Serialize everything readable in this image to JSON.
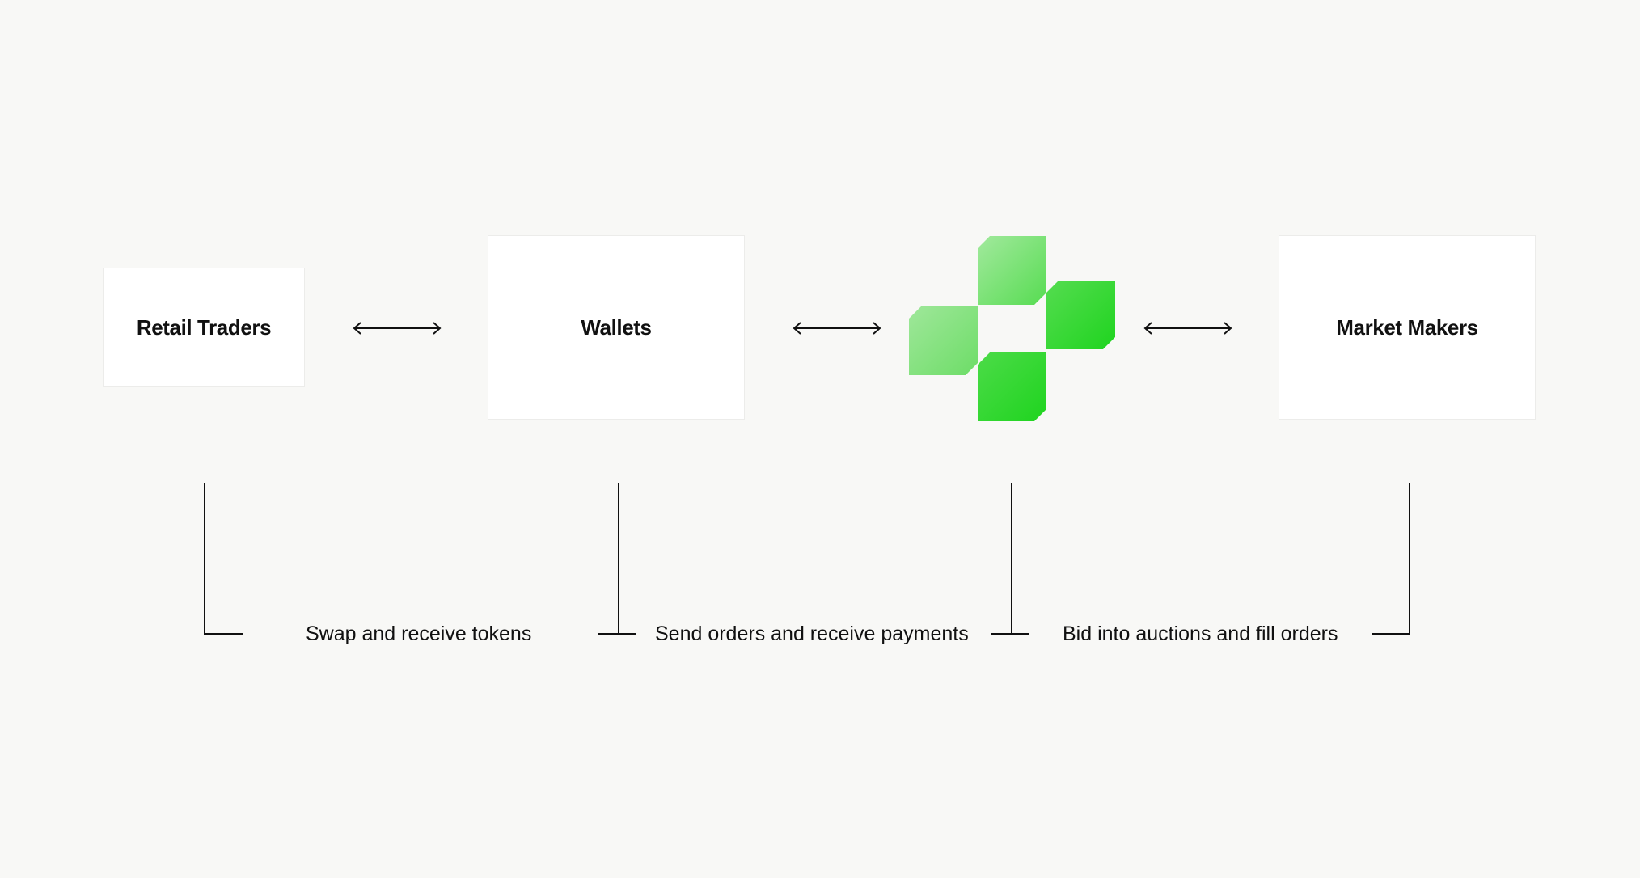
{
  "nodes": {
    "retail_traders": "Retail Traders",
    "wallets": "Wallets",
    "market_makers": "Market Makers"
  },
  "logo": {
    "icon": "green-plus-blocks-logo-icon",
    "colors": {
      "light": "#9fe79a",
      "mid": "#5fdc5a",
      "dark": "#22d422"
    }
  },
  "relations": {
    "retail_to_wallets": "Swap and receive tokens",
    "wallets_to_protocol": "Send orders and receive payments",
    "protocol_to_market_makers": "Bid into auctions and fill orders"
  },
  "colors": {
    "background": "#f8f8f6",
    "box_fill": "#ffffff",
    "line": "#111111"
  }
}
